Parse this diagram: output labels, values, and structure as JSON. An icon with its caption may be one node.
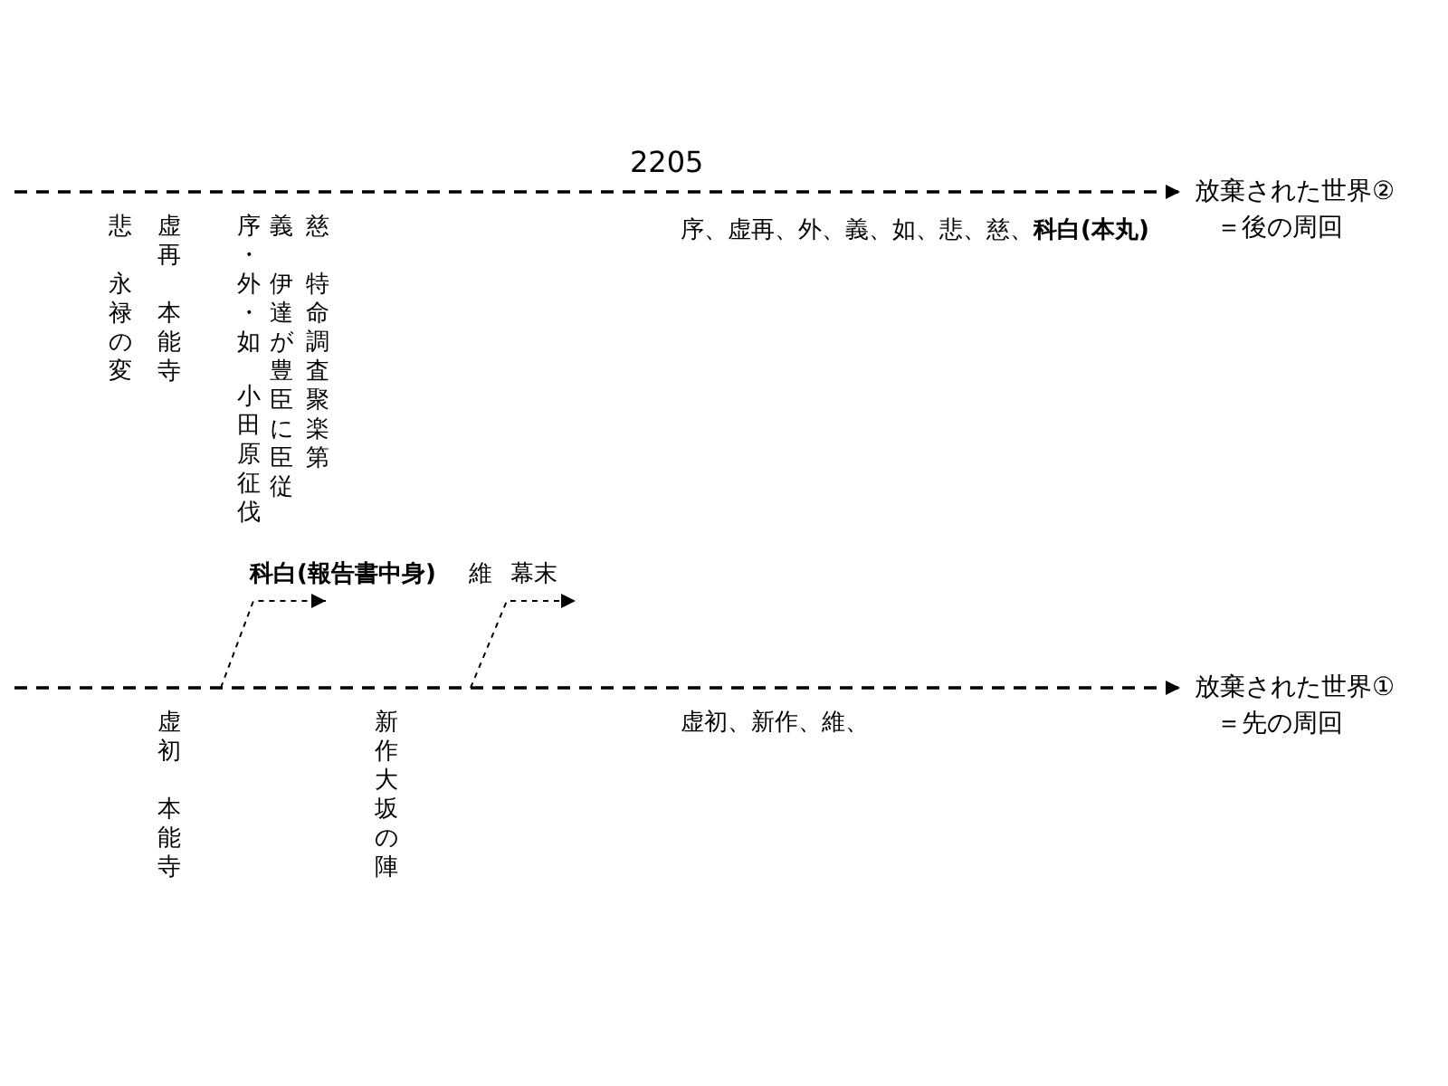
{
  "diagram": {
    "nodes": [
      {
        "text": [
          "放棄された世界②",
          "＝後の周回"
        ]
      },
      {
        "text": [
          "放棄された世界①",
          "＝先の周回"
        ]
      }
    ],
    "edges": [
      {
        "from": null,
        "to": 0,
        "arrow": "to",
        "style": "dashed"
      },
      {
        "from": null,
        "to": 1,
        "arrow": "to",
        "style": "dashed"
      }
    ],
    "labels": [
      "2205",
      "悲",
      "永禄の変",
      "虚再",
      "本能寺",
      "序・外・如",
      "小田原征伐",
      "義",
      "伊達が豊臣に臣従",
      "慈",
      "特命調査聚楽第",
      "序、虚再、外、義、如、悲、慈、**科白(本丸)**",
      "科白(報告書中身)",
      "維",
      "幕末",
      "虚初",
      "本能寺",
      "新作大坂の陣",
      "虚初、新作、維、"
    ]
  }
}
